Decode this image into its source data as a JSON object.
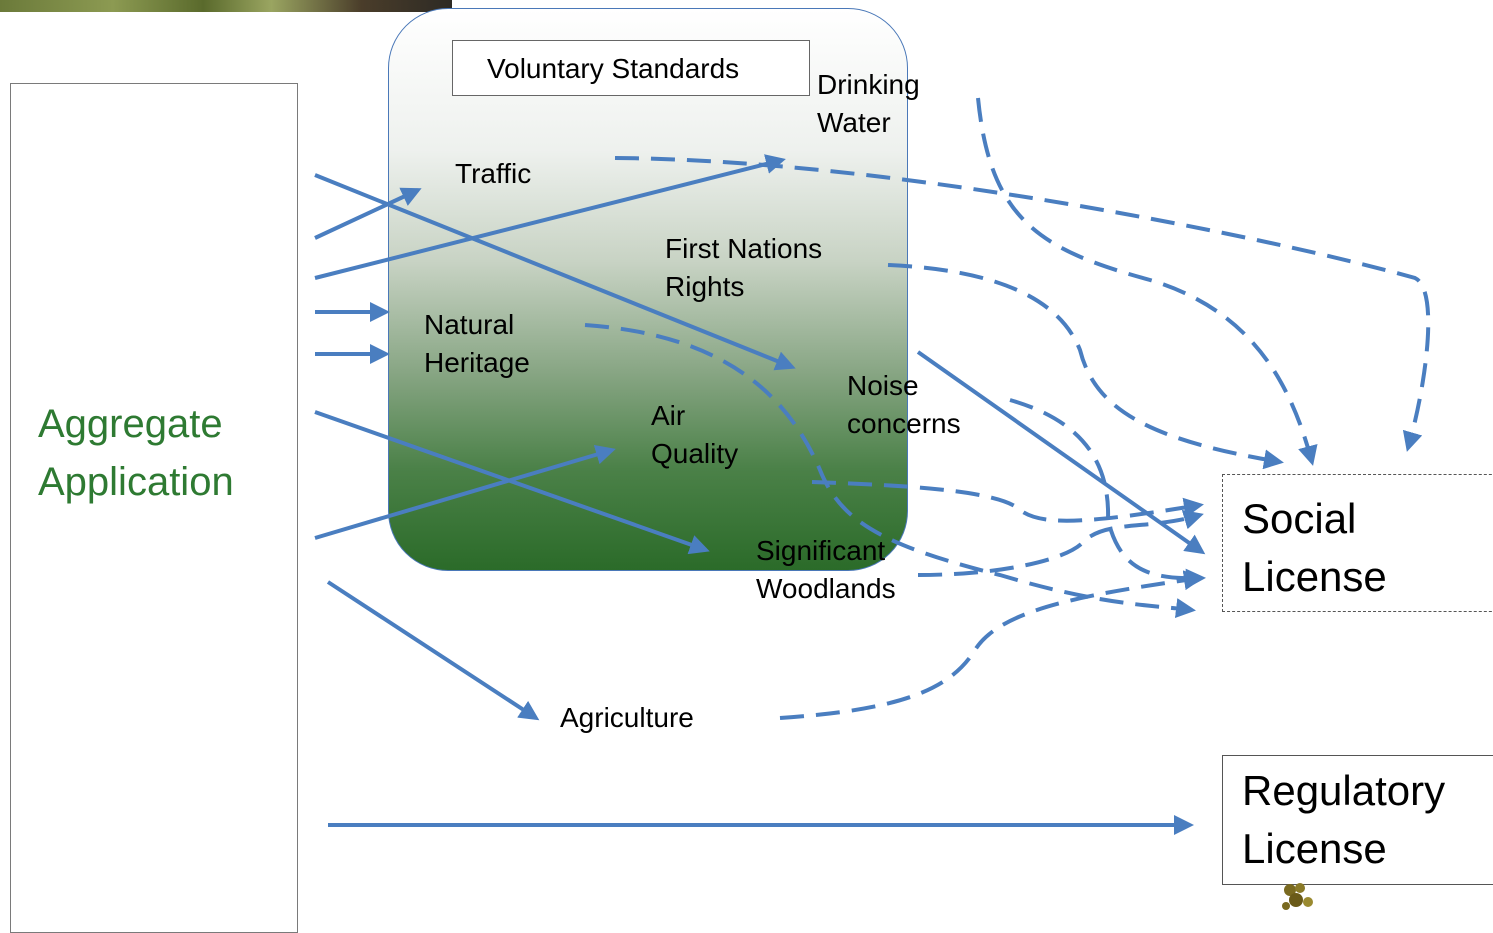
{
  "diagram": {
    "source_label": "Aggregate Application",
    "container_title": "Voluntary Standards",
    "concerns": [
      {
        "id": "drinking-water",
        "lines": [
          "Drinking",
          "Water"
        ]
      },
      {
        "id": "traffic",
        "lines": [
          "Traffic"
        ]
      },
      {
        "id": "first-nations",
        "lines": [
          "First Nations",
          "Rights"
        ]
      },
      {
        "id": "natural-heritage",
        "lines": [
          "Natural",
          "Heritage"
        ]
      },
      {
        "id": "noise",
        "lines": [
          "Noise",
          "concerns"
        ]
      },
      {
        "id": "air-quality",
        "lines": [
          "Air",
          "Quality"
        ]
      },
      {
        "id": "woodlands",
        "lines": [
          "Significant",
          "Woodlands"
        ]
      },
      {
        "id": "agriculture",
        "lines": [
          "Agriculture"
        ]
      }
    ],
    "targets": {
      "social": [
        "Social",
        "License"
      ],
      "regulatory": [
        "Regulatory",
        "License"
      ]
    },
    "colors": {
      "arrow": "#4a7ec0",
      "application_text": "#2e7a32",
      "container_border": "#4a78b8"
    }
  }
}
